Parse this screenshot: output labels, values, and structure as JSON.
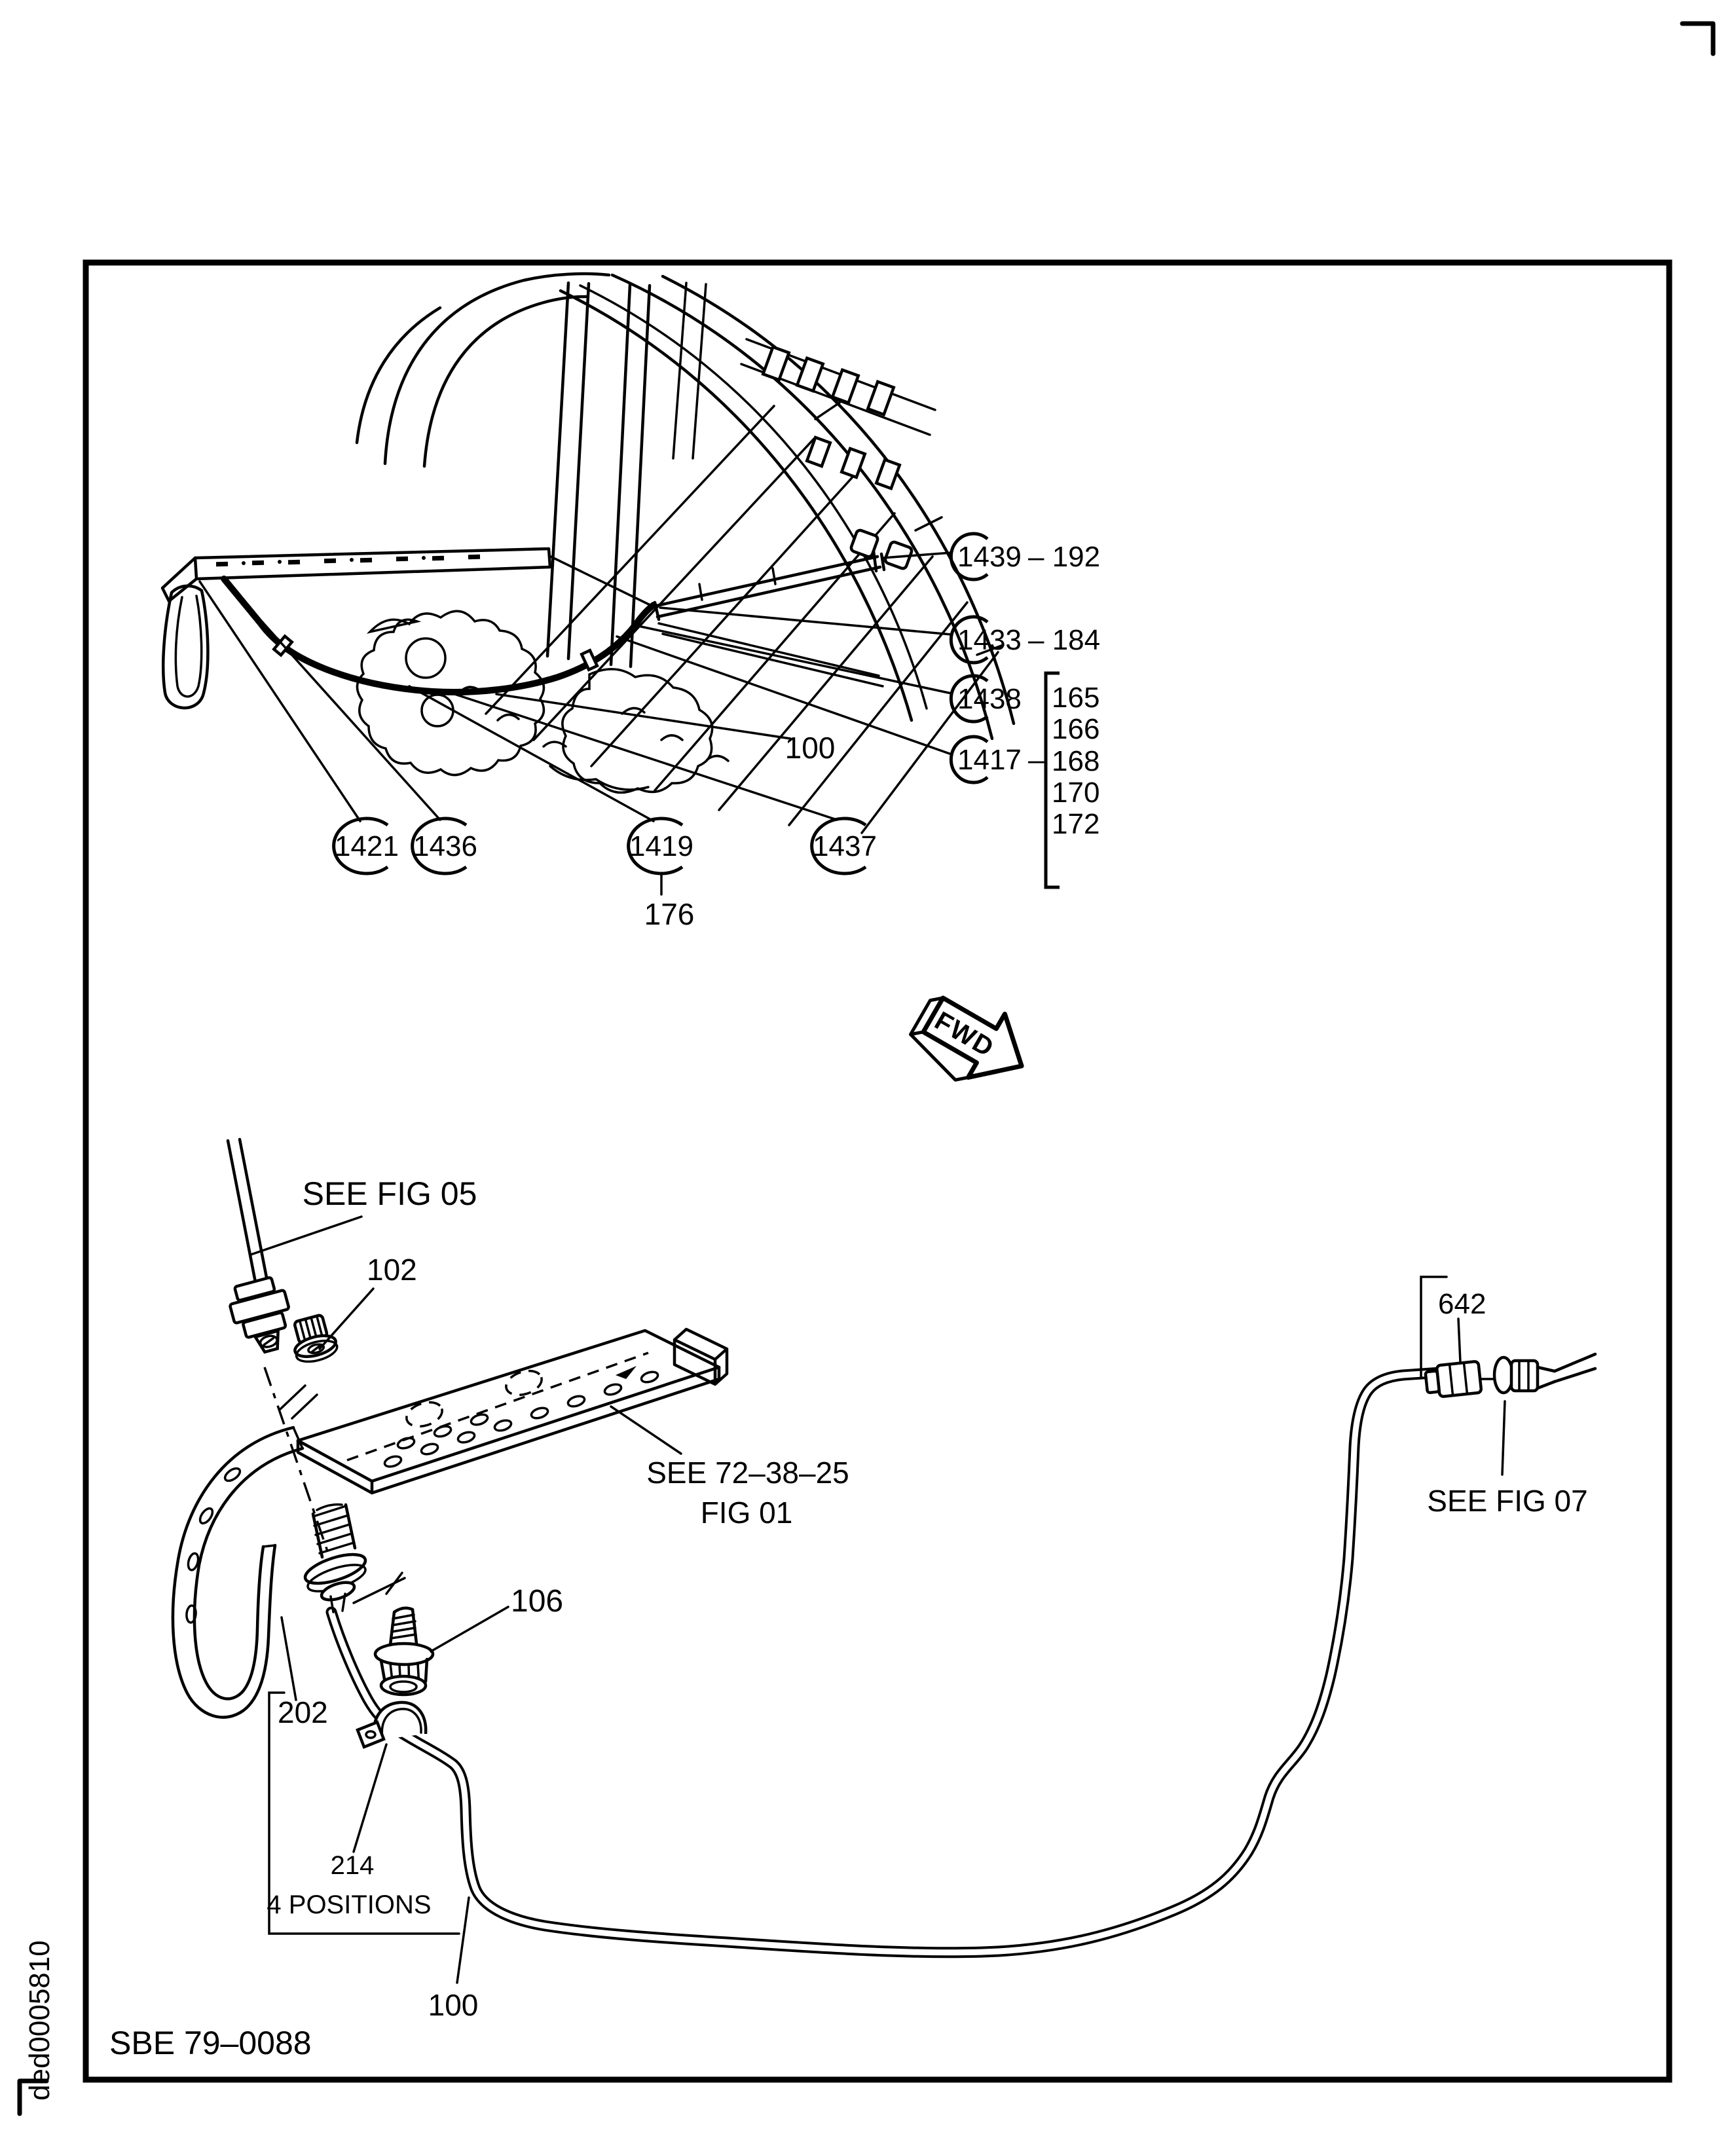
{
  "page": {
    "fwd_arrow": "FWD"
  },
  "top_view": {
    "inline_item": "100",
    "bottom_callouts": [
      {
        "num": "1421"
      },
      {
        "num": "1436"
      },
      {
        "num": "1419",
        "sub": "176"
      },
      {
        "num": "1437"
      }
    ],
    "right_callouts": [
      {
        "num": "1439",
        "suffix": "– 192"
      },
      {
        "num": "1433",
        "suffix": "– 184"
      },
      {
        "num": "1438",
        "suffix": ""
      },
      {
        "num": "1417",
        "suffix": "–"
      }
    ],
    "ref_list": [
      "165",
      "166",
      "168",
      "170",
      "172"
    ]
  },
  "bottom_view": {
    "refs": {
      "fig05": "SEE FIG 05",
      "fig7238": "SEE 72–38–25",
      "fig7238_fig": "FIG 01",
      "fig07": "SEE FIG 07"
    },
    "items": {
      "i102": "102",
      "i106": "106",
      "i202": "202",
      "i214": "214",
      "i100": "100",
      "i642": "642"
    },
    "note": "4 POSITIONS"
  },
  "footer": {
    "figure_code": "SBE 79–0088",
    "doc_code": "ded0005810"
  }
}
